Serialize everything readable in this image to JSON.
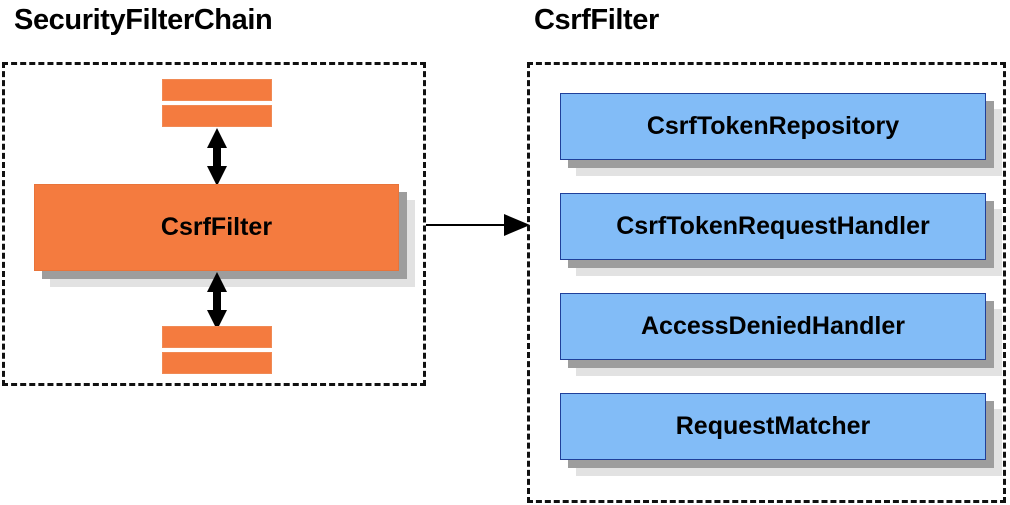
{
  "diagram": {
    "type": "architecture-block-diagram",
    "background_color": "#ffffff",
    "palette": {
      "orange_fill": "#f47b3f",
      "blue_fill": "#82bcf7",
      "blue_border": "#20409a",
      "shadow_dark": "#9d9d9d",
      "shadow_light": "#e2e2e2",
      "outline": "#111111",
      "text": "#000000"
    },
    "panels": [
      {
        "id": "security-filter-chain",
        "title": "SecurityFilterChain",
        "border_style": "dashed"
      },
      {
        "id": "csrf-filter",
        "title": "CsrfFilter",
        "border_style": "dashed"
      }
    ]
  },
  "left_panel": {
    "title": "SecurityFilterChain",
    "filter_box": {
      "label": "CsrfFilter",
      "color": "#f47b3f"
    },
    "slabs_above": 2,
    "slabs_below": 2,
    "arrows": [
      {
        "name": "arrow-above-csrffilter",
        "direction": "bidirectional-vertical"
      },
      {
        "name": "arrow-below-csrffilter",
        "direction": "bidirectional-vertical"
      }
    ]
  },
  "right_panel": {
    "title": "CsrfFilter",
    "components": [
      {
        "label": "CsrfTokenRepository",
        "color": "#82bcf7"
      },
      {
        "label": "CsrfTokenRequestHandler",
        "color": "#82bcf7"
      },
      {
        "label": "AccessDeniedHandler",
        "color": "#82bcf7"
      },
      {
        "label": "RequestMatcher",
        "color": "#82bcf7"
      }
    ]
  },
  "connector": {
    "name": "csrffilter-to-detail-arrow",
    "direction": "left-to-right",
    "from": "SecurityFilterChain",
    "to": "CsrfFilter"
  }
}
